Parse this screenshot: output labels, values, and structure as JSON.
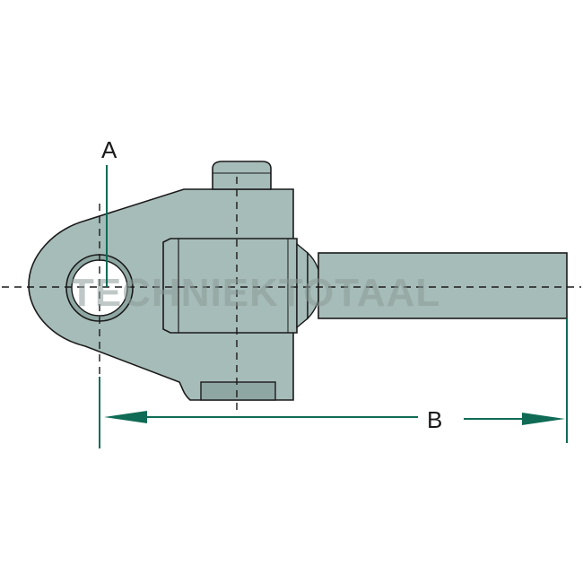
{
  "labels": {
    "a": "A",
    "b": "B"
  },
  "watermark": "TECHNIEKTOTAAL",
  "colors": {
    "part_fill": "#a6bcb8",
    "part_shade": "#8fa7a3",
    "outline": "#1a1a1a",
    "dimension": "#0f6b55",
    "background": "#ffffff"
  }
}
